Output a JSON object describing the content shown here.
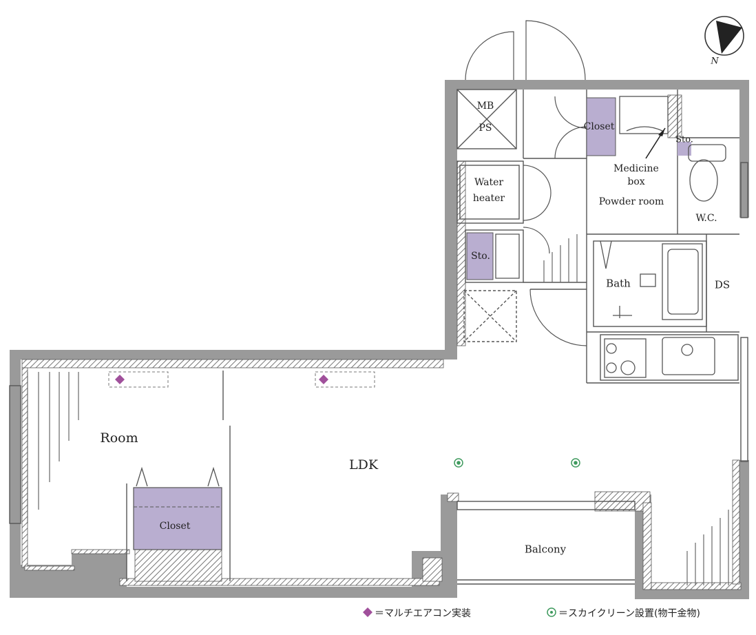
{
  "rooms": {
    "mb": "MB",
    "ps": "PS",
    "closet_top": "Closet",
    "sto_top": "Sto.",
    "medicine_box_l1": "Medicine",
    "medicine_box_l2": "box",
    "water_heater_l1": "Water",
    "water_heater_l2": "heater",
    "powder_room": "Powder room",
    "wc": "W.C.",
    "sto_mid": "Sto.",
    "bath": "Bath",
    "ds": "DS",
    "room": "Room",
    "ldk": "LDK",
    "closet_bottom": "Closet",
    "balcony": "Balcony"
  },
  "compass": {
    "north": "N"
  },
  "legend": {
    "aircon": "＝マルチエアコン実装",
    "skyclean": "＝スカイクリーン設置(物干金物)"
  },
  "colors": {
    "wall": "#9a9a9a",
    "storage": "#b9aed0",
    "aircon_marker": "#a0509b",
    "skyclean_marker": "#3f9a5e",
    "line": "#555555"
  }
}
